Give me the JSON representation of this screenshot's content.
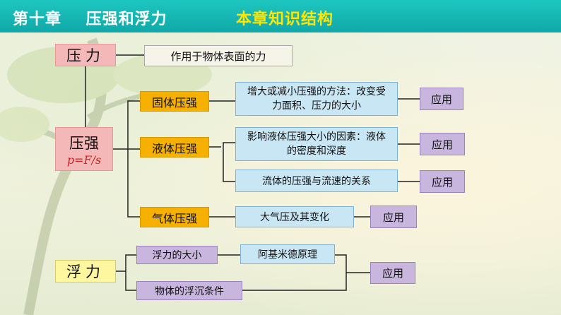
{
  "header": {
    "title": "第十章    压强和浮力",
    "subtitle": "本章知识结构"
  },
  "nodes": {
    "pressure": "压力",
    "pressure_desc": "作用于物体表面的力",
    "press_intensity": "压强",
    "formula": "p=F/s",
    "solid": "固体压强",
    "liquid": "液体压强",
    "gas": "气体压强",
    "solid_desc": "增大或减小压强的方法：改变受力面积、压力的大小",
    "liquid_desc": "影响液体压强大小的因素：液体的密度和深度",
    "fluid_desc": "流体的压强与流速的关系",
    "gas_desc": "大气压及其变化",
    "buoyancy": "浮力",
    "buoyancy_size": "浮力的大小",
    "archimedes": "阿基米德原理",
    "float_cond": "物体的浮沉条件",
    "app_solid": "应用",
    "app_liquid": "应用",
    "app_fluid": "应用",
    "app_gas": "应用",
    "app_buoyancy": "应用"
  },
  "colors": {
    "header": "#10a8a8",
    "subtitle": "#ffe500",
    "pink": "#f5b8b8",
    "orange": "#f6b000",
    "yellow": "#fff6a0",
    "blue": "#c8e6f4",
    "purple": "#c9b6df"
  }
}
